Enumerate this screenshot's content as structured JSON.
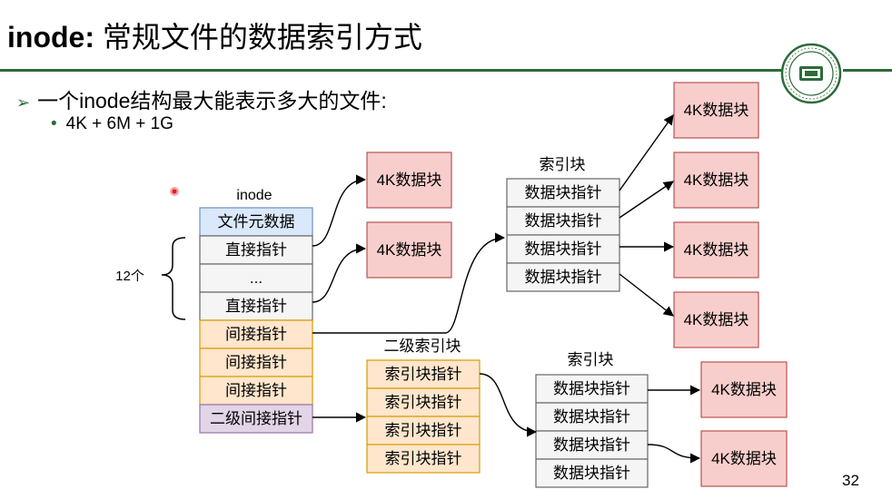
{
  "slide": {
    "title_bold": "inode:",
    "title_rest": " 常规文件的数据索引方式",
    "bullet1": "一个inode结构最大能表示多大的文件:",
    "bullet2": "4K + 6M + 1G",
    "page_number": "32"
  },
  "inode": {
    "label": "inode",
    "count_label": "12个",
    "rows": [
      "文件元数据",
      "直接指针",
      "...",
      "直接指针",
      "间接指针",
      "间接指针",
      "间接指针",
      "二级间接指针"
    ]
  },
  "index_block_1": {
    "label": "索引块",
    "rows": [
      "数据块指针",
      "数据块指针",
      "数据块指针",
      "数据块指针"
    ]
  },
  "index_block_2": {
    "label": "索引块",
    "rows": [
      "数据块指针",
      "数据块指针",
      "数据块指针",
      "数据块指针"
    ]
  },
  "secondary_index": {
    "label": "二级索引块",
    "rows": [
      "索引块指针",
      "索引块指针",
      "索引块指针",
      "索引块指针"
    ]
  },
  "data_block_label": "4K数据块",
  "colors": {
    "meta_fill": "#dae8fc",
    "meta_stroke": "#6c8ebf",
    "pointer_fill": "#f5f5f5",
    "pointer_stroke": "#666666",
    "indirect_fill": "#ffe6cc",
    "indirect_stroke": "#d79b00",
    "double_fill": "#e1d5e7",
    "double_stroke": "#9673a6",
    "data_fill": "#f8cecc",
    "data_stroke": "#b85450",
    "accent": "#2e6b3a"
  }
}
